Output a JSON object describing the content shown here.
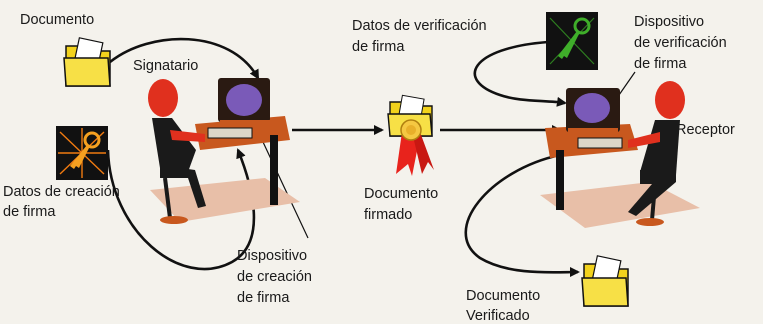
{
  "labels": {
    "documento": "Documento",
    "signatario": "Signatario",
    "datos_creacion_l1": "Datos de creación",
    "datos_creacion_l2": "de firma",
    "dispositivo_creacion_l1": "Dispositivo",
    "dispositivo_creacion_l2": "de creación",
    "dispositivo_creacion_l3": "de firma",
    "documento_firmado_l1": "Documento",
    "documento_firmado_l2": "firmado",
    "datos_verificacion_l1": "Datos de verificación",
    "datos_verificacion_l2": "de firma",
    "dispositivo_verificacion_l1": "Dispositivo",
    "dispositivo_verificacion_l2": "de verificación",
    "dispositivo_verificacion_l3": "de firma",
    "receptor": "Receptor",
    "documento_verificado_l1": "Documento",
    "documento_verificado_l2": "Verificado"
  },
  "icons": {
    "document_folder": "document-folder-icon",
    "signature_key": "signature-key-icon",
    "verification_key": "verification-key-icon",
    "signed_document": "signed-document-seal-icon",
    "verified_document": "verified-document-folder-icon"
  },
  "colors": {
    "background": "#f4f2ec",
    "folder": "#f2d21c",
    "seal_ribbon": "#e8231c",
    "key_orange": "#f07a10",
    "key_green": "#3fae2a",
    "person_red": "#e0301e",
    "desk": "#c8581e",
    "monitor_screen": "#7a5ab8",
    "floor_shadow": "#e8bfa8",
    "line": "#111111"
  }
}
